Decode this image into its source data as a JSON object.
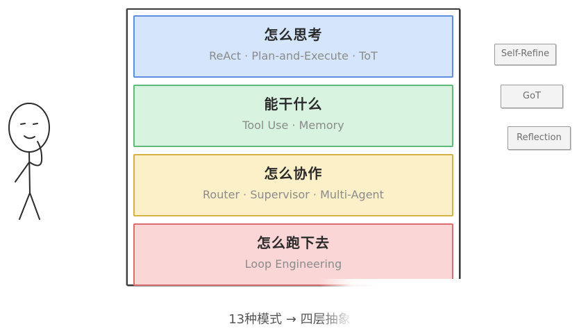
{
  "layers": [
    {
      "title": "怎么思考",
      "subtitle": "ReAct · Plan-and-Execute · ToT",
      "fill": "#d5e5fb",
      "stroke": "#5d8fdc"
    },
    {
      "title": "能干什么",
      "subtitle": "Tool Use · Memory",
      "fill": "#d8f3e0",
      "stroke": "#5fbb7a"
    },
    {
      "title": "怎么协作",
      "subtitle": "Router · Supervisor · Multi-Agent",
      "fill": "#fcf0c8",
      "stroke": "#d5b245"
    },
    {
      "title": "怎么跑下去",
      "subtitle": "Loop Engineering",
      "fill": "#fbd6d6",
      "stroke": "#dd6e6e"
    }
  ],
  "side_tags": [
    "Self-Refine",
    "GoT",
    "Reflection"
  ],
  "caption": "13种模式 → 四层抽象",
  "icons": {
    "figure": "thinking-stick-figure-icon"
  }
}
